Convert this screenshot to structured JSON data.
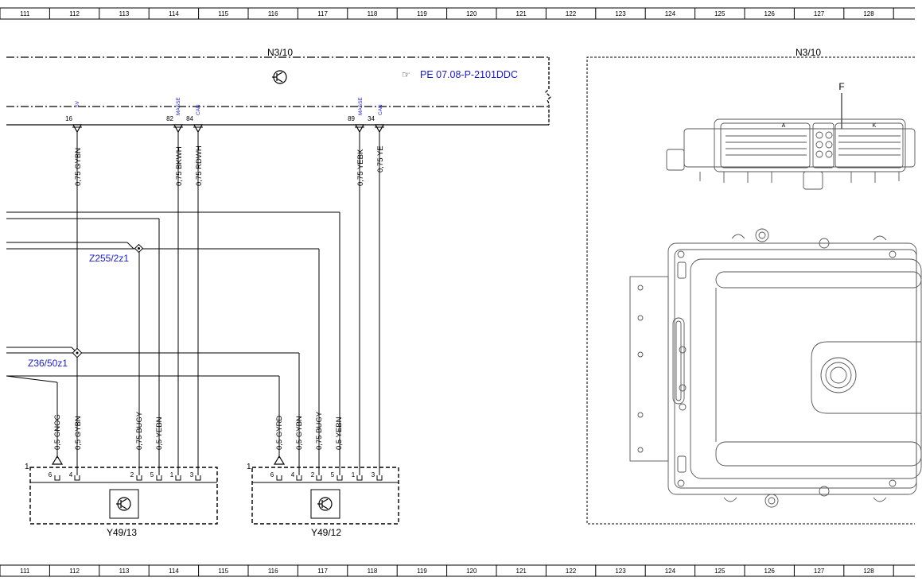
{
  "ruler": {
    "numbers": [
      "111",
      "112",
      "113",
      "114",
      "115",
      "116",
      "117",
      "118",
      "119",
      "120",
      "121",
      "122",
      "123",
      "124",
      "125",
      "126",
      "127",
      "128"
    ]
  },
  "module_n3_10": {
    "name": "N3/10",
    "reference": "PE 07.08-P-2101DDC",
    "signal_labels": [
      "5V",
      "MASSE",
      "CAN",
      "MASSE",
      "CAN"
    ]
  },
  "connections": [
    {
      "pin": "16",
      "label": "0,75 GYBN"
    },
    {
      "pin": "82",
      "label": "0,75 BKWH"
    },
    {
      "pin": "84",
      "label": "0,75 RDWH"
    },
    {
      "pin": "89",
      "label": "0,75 YEBK"
    },
    {
      "pin": "34",
      "label": "0,75 YE"
    }
  ],
  "splices": {
    "z255": "Z255/2z1",
    "z36": "Z36/50z1"
  },
  "component_y49_13": {
    "name": "Y49/13",
    "corner": "1",
    "pins": [
      "6",
      "4",
      "2",
      "5",
      "1",
      "3"
    ],
    "wires": [
      "0,5 GNOG",
      "0,5 GYBN",
      "0,75 BUGY",
      "0,5 YEBN"
    ]
  },
  "component_y49_12": {
    "name": "Y49/12",
    "corner": "1",
    "pins": [
      "6",
      "4",
      "2",
      "5",
      "1",
      "3"
    ],
    "wires": [
      "0,5 GYRD",
      "0,5 GYBN",
      "0,75 BUGY",
      "0,5 YEBN"
    ]
  },
  "location_view": {
    "name": "N3/10",
    "pointer": "F",
    "connector_a": "A",
    "connector_k": "K"
  },
  "colors": {
    "line": "#000000",
    "reference_blue": "#1a1ad6",
    "hardware_gray": "#555555"
  }
}
